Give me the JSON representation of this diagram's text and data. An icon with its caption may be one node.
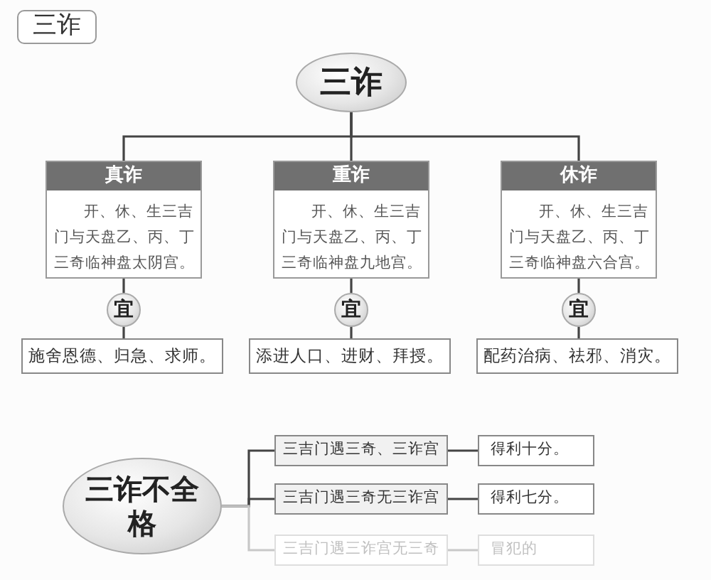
{
  "diagram": {
    "title": "三诈",
    "nodes": [
      {
        "text": [
          "三诈"
        ]
      },
      {
        "text": [
          "真诈",
          "开、休、生三吉门与天盘乙、丙、丁三奇临神盘太阴宫。"
        ]
      },
      {
        "text": [
          "重诈",
          "开、休、生三吉门与天盘乙、丙、丁三奇临神盘九地宫。"
        ]
      },
      {
        "text": [
          "休诈",
          "开、休、生三吉门与天盘乙、丙、丁三奇临神盘六合宫。"
        ]
      },
      {
        "text": [
          "宜"
        ]
      },
      {
        "text": [
          "宜"
        ]
      },
      {
        "text": [
          "宜"
        ]
      },
      {
        "text": [
          "施舍恩德、归急、求师。"
        ]
      },
      {
        "text": [
          "添进人口、进财、拜授。"
        ]
      },
      {
        "text": [
          "配药治病、祛邪、消灾。"
        ]
      },
      {
        "text": [
          "三诈不全格"
        ]
      },
      {
        "text": [
          "三吉门遇三奇、三诈宫"
        ]
      },
      {
        "text": [
          "三吉门遇三奇无三诈宫"
        ]
      },
      {
        "text": [
          "三吉门遇三诈宫无三奇"
        ]
      },
      {
        "text": [
          "得利十分。"
        ]
      },
      {
        "text": [
          "得利七分。"
        ]
      },
      {
        "text": [
          "冒犯的"
        ]
      }
    ],
    "edges": [
      {
        "from": 0,
        "to": 1,
        "arrow": "none"
      },
      {
        "from": 0,
        "to": 2,
        "arrow": "none"
      },
      {
        "from": 0,
        "to": 3,
        "arrow": "none"
      },
      {
        "from": 1,
        "to": 4,
        "arrow": "none"
      },
      {
        "from": 2,
        "to": 5,
        "arrow": "none"
      },
      {
        "from": 3,
        "to": 6,
        "arrow": "none"
      },
      {
        "from": 4,
        "to": 7,
        "arrow": "none"
      },
      {
        "from": 5,
        "to": 8,
        "arrow": "none"
      },
      {
        "from": 6,
        "to": 9,
        "arrow": "none"
      },
      {
        "from": 10,
        "to": 11,
        "arrow": "none"
      },
      {
        "from": 10,
        "to": 12,
        "arrow": "none"
      },
      {
        "from": 10,
        "to": 13,
        "arrow": "none",
        "color": "#c8c8c8"
      },
      {
        "from": 11,
        "to": 14,
        "arrow": "none"
      },
      {
        "from": 12,
        "to": 15,
        "arrow": "none"
      },
      {
        "from": 13,
        "to": 16,
        "arrow": "none",
        "color": "#c8c8c8"
      }
    ]
  }
}
